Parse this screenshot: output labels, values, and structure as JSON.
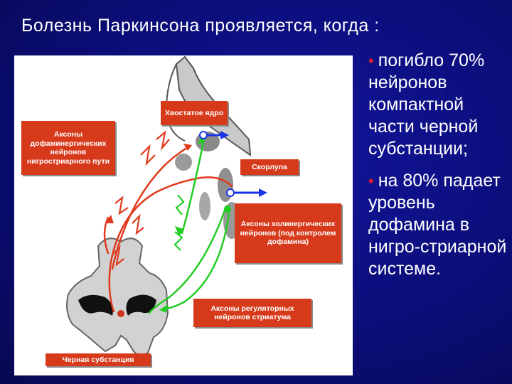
{
  "title": "Болезнь  Паркинсона  проявляется,  когда :",
  "diagram": {
    "labels": {
      "dopamine_axons": "Аксоны дофаминергических нейронов нигростриарного пути",
      "caudate": "Хвостатое ядро",
      "putamen": "Скорлупа",
      "cholinergic_axons": "Аксоны холинергических нейронов (под контролем дофамина)",
      "regulatory_axons": "Аксоны регуляторных нейронов стриатума",
      "substantia_nigra": "Черная субстанция"
    },
    "colors": {
      "dopamine": "#e03a1c",
      "regulatory": "#22cc22",
      "cholinergic": "#1a33e6",
      "label_bg": "#d73a1b"
    }
  },
  "bullets": [
    "погибло 70% нейронов компактной части черной субстанции;",
    "на 80% падает уровень дофамина в нигро-стриарной системе."
  ]
}
